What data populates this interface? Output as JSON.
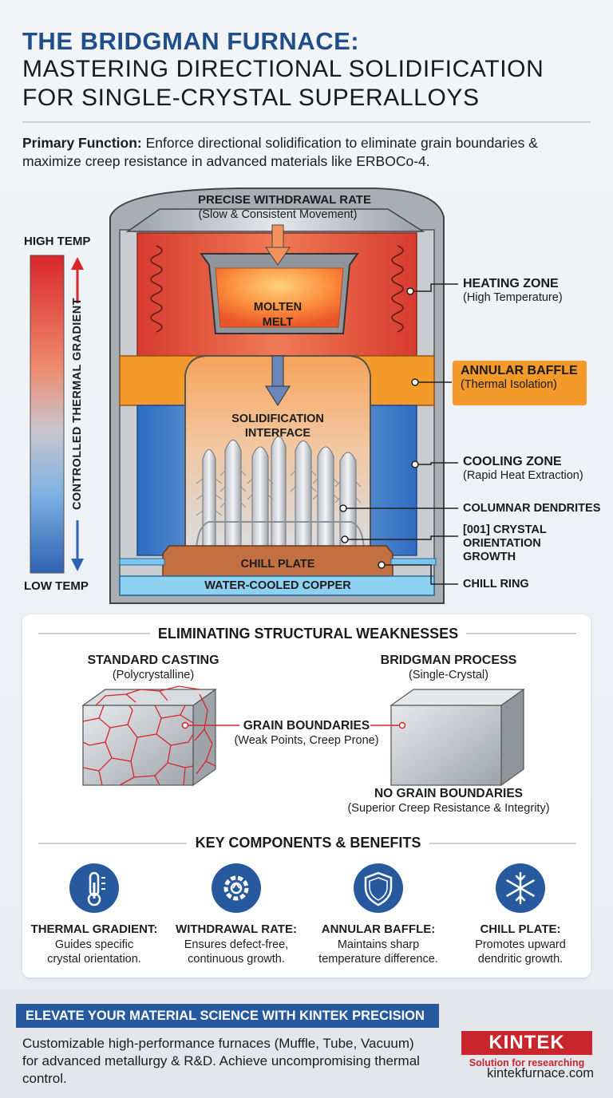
{
  "title": {
    "line1": "THE BRIDGMAN FURNACE:",
    "line2": "MASTERING DIRECTIONAL SOLIDIFICATION",
    "line3": "FOR SINGLE-CRYSTAL SUPERALLOYS"
  },
  "intro": {
    "label": "Primary Function:",
    "text": " Enforce directional solidification to eliminate grain boundaries & maximize creep resistance in advanced materials like ERBOCo-4."
  },
  "gradient": {
    "high": "HIGH TEMP",
    "low": "LOW TEMP",
    "axis": "CONTROLLED THERMAL GRADIENT",
    "hot_color": "#d9262b",
    "cold_color": "#2e62b3"
  },
  "furnace": {
    "withdrawal_title": "PRECISE WITHDRAWAL RATE",
    "withdrawal_sub": "(Slow & Consistent Movement)",
    "melt_l1": "MOLTEN",
    "melt_l2": "MELT",
    "interface_l1": "SOLIDIFICATION",
    "interface_l2": "INTERFACE",
    "chill_plate": "CHILL PLATE",
    "water_copper": "WATER-COOLED COPPER",
    "labels": {
      "heating": "HEATING ZONE",
      "heating_sub": "(High Temperature)",
      "baffle": "ANNULAR BAFFLE",
      "baffle_sub": "(Thermal Isolation)",
      "cooling": "COOLING ZONE",
      "cooling_sub": "(Rapid Heat Extraction)",
      "dendrites": "COLUMNAR DENDRITES",
      "orient_l1": "[001] CRYSTAL",
      "orient_l2": "ORIENTATION",
      "orient_l3": "GROWTH",
      "chill_ring": "CHILL RING"
    },
    "baffle_color": "#f39a2b"
  },
  "weakness": {
    "title": "ELIMINATING STRUCTURAL WEAKNESSES",
    "std_title": "STANDARD CASTING",
    "std_sub": "(Polycrystalline)",
    "bridg_title": "BRIDGMAN PROCESS",
    "bridg_sub": "(Single-Crystal)",
    "gb_title": "GRAIN BOUNDARIES",
    "gb_sub": "(Weak Points, Creep Prone)",
    "nogb_title": "NO GRAIN BOUNDARIES",
    "nogb_sub": "(Superior Creep Resistance & Integrity)"
  },
  "benefits": {
    "title": "KEY COMPONENTS & BENEFITS",
    "items": [
      {
        "icon": "thermometer-icon",
        "title": "THERMAL GRADIENT:",
        "l1": "Guides specific",
        "l2": "crystal orientation."
      },
      {
        "icon": "gear-icon",
        "title": "WITHDRAWAL RATE:",
        "l1": "Ensures defect-free,",
        "l2": "continuous growth."
      },
      {
        "icon": "shield-icon",
        "title": "ANNULAR BAFFLE:",
        "l1": "Maintains sharp",
        "l2": "temperature difference."
      },
      {
        "icon": "snowflake-icon",
        "title": "CHILL PLATE:",
        "l1": "Promotes upward",
        "l2": "dendritic growth."
      }
    ]
  },
  "footer": {
    "cta": "ELEVATE YOUR MATERIAL SCIENCE WITH KINTEK PRECISION",
    "text": "Customizable high-performance furnaces (Muffle, Tube, Vacuum) for advanced metallurgy & R&D. Achieve uncompromising thermal control.",
    "logo": "KINTEK",
    "tagline": "Solution for researching",
    "site": "kintekfurnace.com"
  }
}
